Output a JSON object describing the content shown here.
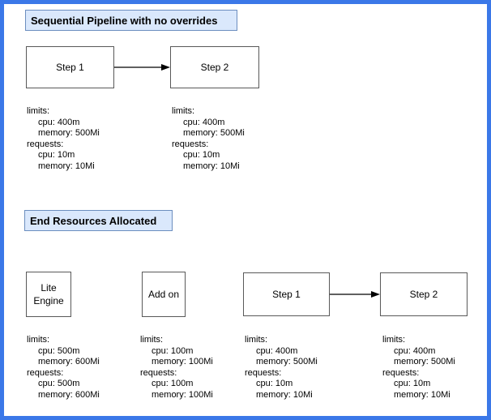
{
  "colors": {
    "frame_border": "#3b78e8",
    "header_fill": "#dae8fc",
    "header_border": "#6c8ebf",
    "box_border": "#595959",
    "box_fill": "#ffffff",
    "arrow": "#000000"
  },
  "section_pipeline": {
    "title": "Sequential Pipeline with no overrides",
    "nodes": [
      {
        "label": "Step 1"
      },
      {
        "label": "Step 2"
      }
    ],
    "resources": [
      {
        "lines": [
          "limits:",
          "cpu: 400m",
          "memory: 500Mi",
          "requests:",
          "cpu: 10m",
          "memory: 10Mi"
        ]
      },
      {
        "lines": [
          "limits:",
          "cpu: 400m",
          "memory: 500Mi",
          "requests:",
          "cpu: 10m",
          "memory: 10Mi"
        ]
      }
    ]
  },
  "section_end": {
    "title": "End Resources Allocated",
    "nodes": [
      {
        "label": "Lite Engine"
      },
      {
        "label": "Add on"
      },
      {
        "label": "Step 1"
      },
      {
        "label": "Step 2"
      }
    ],
    "resources": [
      {
        "lines": [
          "limits:",
          "cpu: 500m",
          "memory: 600Mi",
          "requests:",
          "cpu: 500m",
          "memory: 600Mi"
        ]
      },
      {
        "lines": [
          "limits:",
          "cpu: 100m",
          "memory: 100Mi",
          "requests:",
          "cpu: 100m",
          "memory: 100Mi"
        ]
      },
      {
        "lines": [
          "limits:",
          "cpu: 400m",
          "memory: 500Mi",
          "requests:",
          "cpu: 10m",
          "memory: 10Mi"
        ]
      },
      {
        "lines": [
          "limits:",
          "cpu: 400m",
          "memory: 500Mi",
          "requests:",
          "cpu: 10m",
          "memory: 10Mi"
        ]
      }
    ]
  }
}
